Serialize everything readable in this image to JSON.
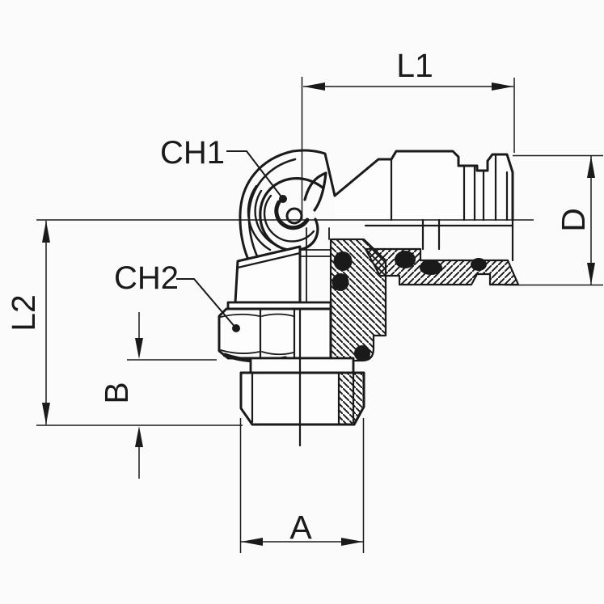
{
  "page": {
    "background": "#fbfbfb",
    "ink": "#1a1a1a"
  },
  "drawing": {
    "kind": "sectional-technical-drawing",
    "subject": "90 degree swivel elbow push-in fitting with male stud thread, half-section view",
    "dimension_labels": {
      "top_width": "L1",
      "left_height": "L2",
      "thread_length": "B",
      "thread_width": "A",
      "right_diameter": "D"
    },
    "callout_labels": {
      "elbow_hex": "CH1",
      "nut_hex": "CH2"
    }
  }
}
